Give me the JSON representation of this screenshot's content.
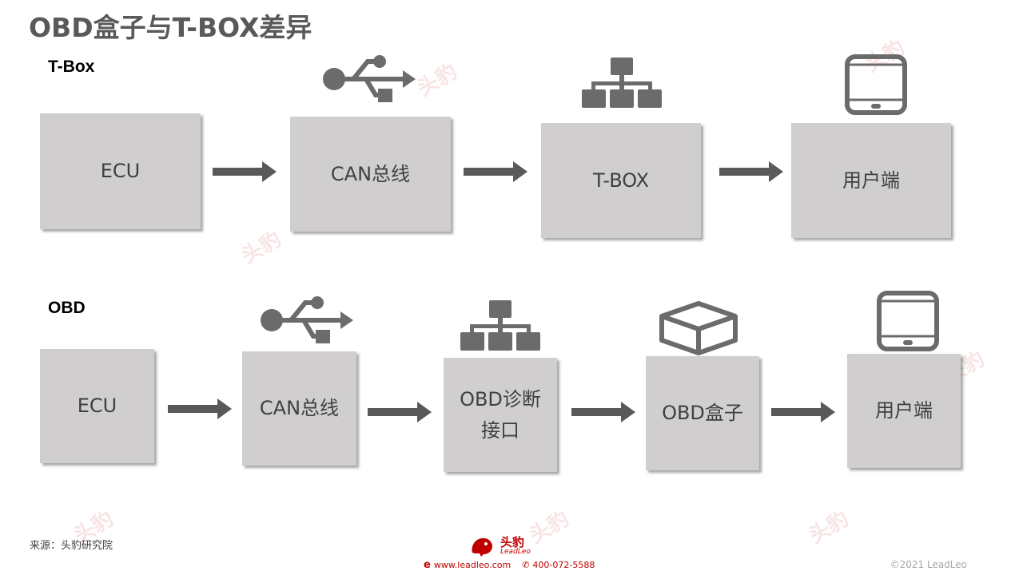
{
  "title": "OBD盒子与T-BOX差异",
  "rows": {
    "tbox": {
      "label": "T-Box",
      "boxes": [
        "ECU",
        "CAN总线",
        "T-BOX",
        "用户端"
      ]
    },
    "obd": {
      "label": "OBD",
      "boxes": [
        "ECU",
        "CAN总线",
        "OBD诊断",
        "接口",
        "OBD盒子",
        "用户端"
      ]
    }
  },
  "icons": [
    "usb-icon",
    "network-hierarchy-icon",
    "tablet-icon",
    "cube-box-icon"
  ],
  "footer": {
    "source": "来源：头豹研究院",
    "brand": "头豹",
    "brand_sub": "LeadLeo",
    "website": "www.leadleo.com",
    "phone": "400-072-5588",
    "copyright": "©2021 LeadLeo"
  },
  "colors": {
    "box_fill": "#d0cece",
    "arrow": "#595959",
    "icon": "#6b6b6b",
    "brand_red": "#c00000"
  }
}
